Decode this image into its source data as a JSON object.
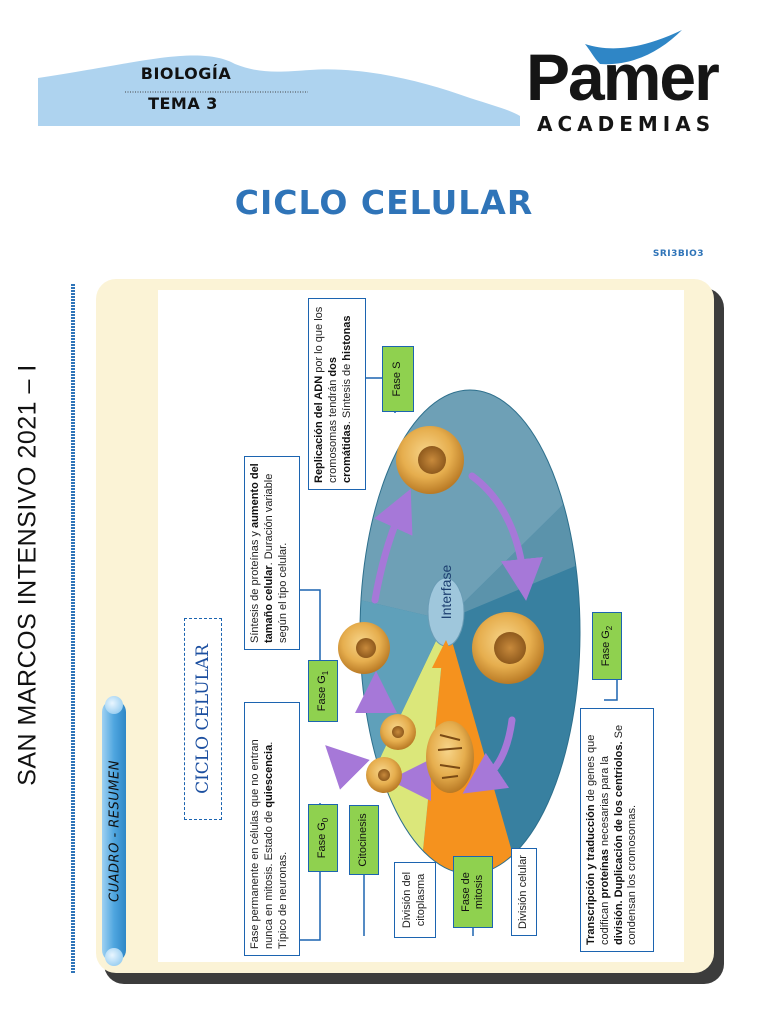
{
  "header": {
    "subject": "BIOLOGÍA",
    "topic": "TEMA 3",
    "brand_name": "Pamer",
    "brand_sub": "ACADEMIAS"
  },
  "page_title": "CICLO CELULAR",
  "page_code": "SRI3BIO3",
  "side_text": "SAN MARCOS INTENSIVO 2021 – I",
  "card_tab": "CUADRO - RESUMEN",
  "diagram": {
    "title": "CICLO CELULAR",
    "center_label": "Interfase",
    "phases": {
      "g0": {
        "name": "Fase G",
        "sub": "0"
      },
      "g1": {
        "name": "Fase G",
        "sub": "1"
      },
      "s": {
        "name": "Fase S"
      },
      "g2": {
        "name": "Fase G",
        "sub": "2"
      },
      "citocinesis": "Citocinesis",
      "mitosis": "Fase de mitosis"
    },
    "descriptions": {
      "g0": {
        "t1": "Fase permanente en células que no entran nunca en mitosis. Estado de ",
        "b1": "quiescencia",
        "t2": ". Típico de neuronas."
      },
      "g1": {
        "t1": "Síntesis de proteínas y ",
        "b1": "aumento del tamaño celular",
        "t2": ". Duración variable según el tipo celular."
      },
      "s": {
        "b1": "Replicación del ADN",
        "t1": " por lo que los cromosomas tendrán ",
        "b2": "dos cromátidas",
        "t2": ". Síntesis de ",
        "b3": "histonas"
      },
      "g2": {
        "b1": "Transcripción y traducción",
        "t1": " de genes que codifican ",
        "b2": "proteínas",
        "t2": " necesarias para la ",
        "b3": "división. Duplicación de los centriolos.",
        "t3": " Se condensan los cromosomas."
      },
      "citocinesis": "División del citoplasma",
      "mitosis": "División celular"
    }
  },
  "colors": {
    "accent_blue": "#2f74b8",
    "phase_green": "#8fd14f",
    "card_bg": "#fbf3d6",
    "arrow_purple": "#a678d8",
    "mitosis_orange": "#f5921e"
  }
}
